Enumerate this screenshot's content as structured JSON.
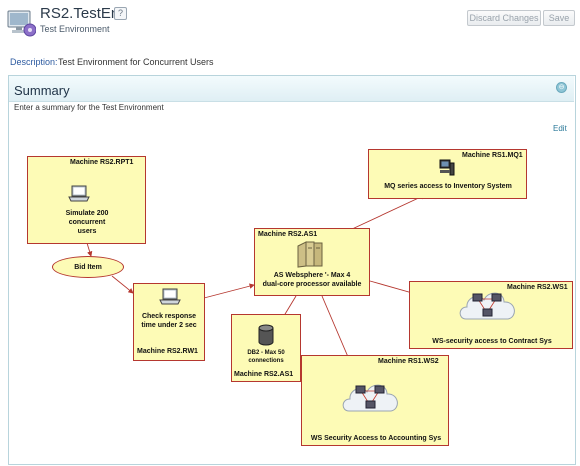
{
  "header": {
    "title": "RS2.TestEnv",
    "help_glyph": "?",
    "subtitle": "Test Environment",
    "discard_label": "Discard Changes",
    "save_label": "Save",
    "icons": {
      "app": "computer-icon",
      "help": "help-icon"
    }
  },
  "description": {
    "label": "Description:",
    "value": "Test Environment for Concurrent Users"
  },
  "summary": {
    "title": "Summary",
    "collapse_glyph": "⊖",
    "text": "Enter a summary for the Test Environment",
    "edit_label": "Edit"
  },
  "diagram": {
    "nodes": {
      "rpt1": {
        "title": "Machine RS2.RPT1",
        "caption": "Simulate 200\nconcurrent\nusers",
        "icon": "laptop-icon"
      },
      "rw1": {
        "title": "Machine RS2.RW1",
        "caption": "Check response\ntime under 2 sec",
        "icon": "laptop-icon"
      },
      "as1": {
        "title": "Machine RS2.AS1",
        "caption": "AS Websphere '- Max 4\ndual-core processor available",
        "icon": "server-rack-icon"
      },
      "db": {
        "title": "Machine RS2.AS1",
        "caption": "DB2 - Max 50\nconnections",
        "icon": "database-icon"
      },
      "mq1": {
        "title": "Machine RS1.MQ1",
        "caption": "MQ series access to Inventory System",
        "icon": "desktop-computer-icon"
      },
      "ws1": {
        "title": "Machine RS2.WS1",
        "caption": "WS-security access to Contract Sys",
        "icon": "network-cloud-icon"
      },
      "ws2": {
        "title": "Machine RS1.WS2",
        "caption": "WS Security Access to Accounting Sys",
        "icon": "network-cloud-icon"
      }
    },
    "bid_item": "Bid Item",
    "colors": {
      "node_fill": "#fdfbb6",
      "node_border": "#b5372f",
      "arrow": "#b5372f"
    }
  }
}
